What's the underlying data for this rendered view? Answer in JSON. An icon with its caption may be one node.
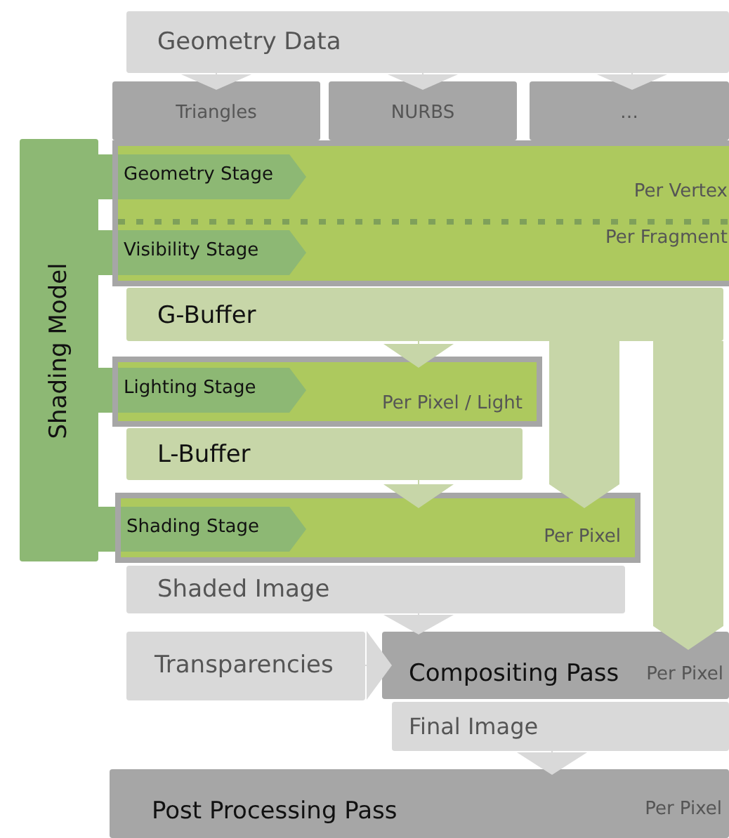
{
  "diagram": {
    "nodes": [
      {
        "text": [
          "Geometry Data"
        ]
      },
      {
        "text": [
          "Triangles"
        ]
      },
      {
        "text": [
          "NURBS"
        ]
      },
      {
        "text": [
          "…"
        ]
      },
      {
        "text": [
          "Shading Model"
        ]
      },
      {
        "text": [
          "Per Vertex",
          "Per Fragment"
        ]
      },
      {
        "text": [
          "Geometry Stage"
        ],
        "in": 5
      },
      {
        "text": [
          "Visibility Stage"
        ],
        "in": 5
      },
      {
        "text": [
          "G-Buffer"
        ]
      },
      {
        "text": [
          "Per Pixel / Light"
        ]
      },
      {
        "text": [
          "Lighting Stage"
        ],
        "in": 9
      },
      {
        "text": [
          "L-Buffer"
        ]
      },
      {
        "text": [
          "Per Pixel"
        ]
      },
      {
        "text": [
          "Shading Stage"
        ],
        "in": 12
      },
      {
        "text": [
          "Shaded Image"
        ]
      },
      {
        "text": [
          "Transparencies"
        ]
      },
      {
        "text": [
          "Compositing Pass",
          "Per Pixel"
        ]
      },
      {
        "text": [
          "Final Image"
        ]
      },
      {
        "text": [
          "Post Processing Pass",
          "Per Pixel"
        ]
      }
    ],
    "edges": [
      {
        "from": 0,
        "to": 1,
        "arrow": "to"
      },
      {
        "from": 0,
        "to": 2,
        "arrow": "to"
      },
      {
        "from": 0,
        "to": 3,
        "arrow": "to"
      },
      {
        "from": 8,
        "to": 9,
        "arrow": "to",
        "color": "#c7d6a8"
      },
      {
        "from": 8,
        "to": 12,
        "arrow": "to",
        "style": "thick",
        "color": "#c7d6a8"
      },
      {
        "from": 8,
        "to": 16,
        "arrow": "to",
        "style": "thick",
        "color": "#c7d6a8"
      },
      {
        "from": 11,
        "to": 12,
        "arrow": "to",
        "color": "#c7d6a8"
      },
      {
        "from": 14,
        "to": 16,
        "arrow": "to"
      },
      {
        "from": 15,
        "to": 16,
        "arrow": "to"
      },
      {
        "from": 17,
        "to": 18,
        "arrow": "to"
      }
    ]
  }
}
